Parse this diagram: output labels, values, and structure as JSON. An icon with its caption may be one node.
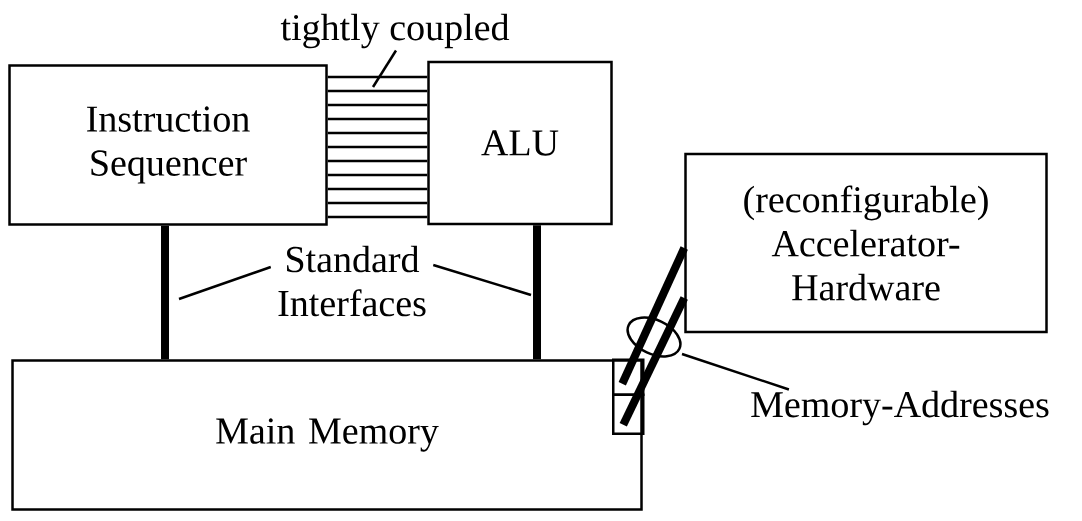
{
  "diagram": {
    "nodes": [
      {
        "text": [
          "tightly coupled"
        ]
      },
      {
        "text": [
          "Instruction Sequencer"
        ]
      },
      {
        "text": [
          "ALU"
        ]
      },
      {
        "text": [
          "(reconfigurable) Accelerator-Hardware"
        ]
      },
      {
        "text": [
          "Standard Interfaces"
        ]
      },
      {
        "text": [
          "Memory-Addresses"
        ]
      },
      {
        "text": [
          "Main Memory"
        ]
      },
      {
        "text": [],
        "shape": "box",
        "in": 6
      },
      {
        "text": [],
        "shape": "box",
        "in": 6
      }
    ],
    "edges": [
      {
        "from": 1,
        "to": 2,
        "arrow": "none"
      },
      {
        "from": 1,
        "to": 2,
        "arrow": "none"
      },
      {
        "from": 1,
        "to": 2,
        "arrow": "none"
      },
      {
        "from": 1,
        "to": 2,
        "arrow": "none"
      },
      {
        "from": 1,
        "to": 2,
        "arrow": "none"
      },
      {
        "from": 1,
        "to": 2,
        "arrow": "none"
      },
      {
        "from": 1,
        "to": 2,
        "arrow": "none"
      },
      {
        "from": 1,
        "to": 2,
        "arrow": "none"
      },
      {
        "from": 1,
        "to": 2,
        "arrow": "none"
      },
      {
        "from": 1,
        "to": 2,
        "arrow": "none"
      },
      {
        "from": 1,
        "to": 2,
        "arrow": "none"
      },
      {
        "from": 1,
        "to": 6,
        "arrow": "none",
        "style": "thick"
      },
      {
        "from": 2,
        "to": 6,
        "arrow": "none",
        "style": "thick"
      },
      {
        "from": 3,
        "to": 7,
        "arrow": "none",
        "style": "thick"
      },
      {
        "from": 3,
        "to": 8,
        "arrow": "none",
        "style": "thick"
      },
      {
        "from": 0,
        "to": null,
        "arrow": "none"
      },
      {
        "from": 4,
        "to": null,
        "arrow": "none"
      },
      {
        "from": 4,
        "to": null,
        "arrow": "none"
      },
      {
        "from": 5,
        "to": null,
        "arrow": "none"
      }
    ]
  }
}
